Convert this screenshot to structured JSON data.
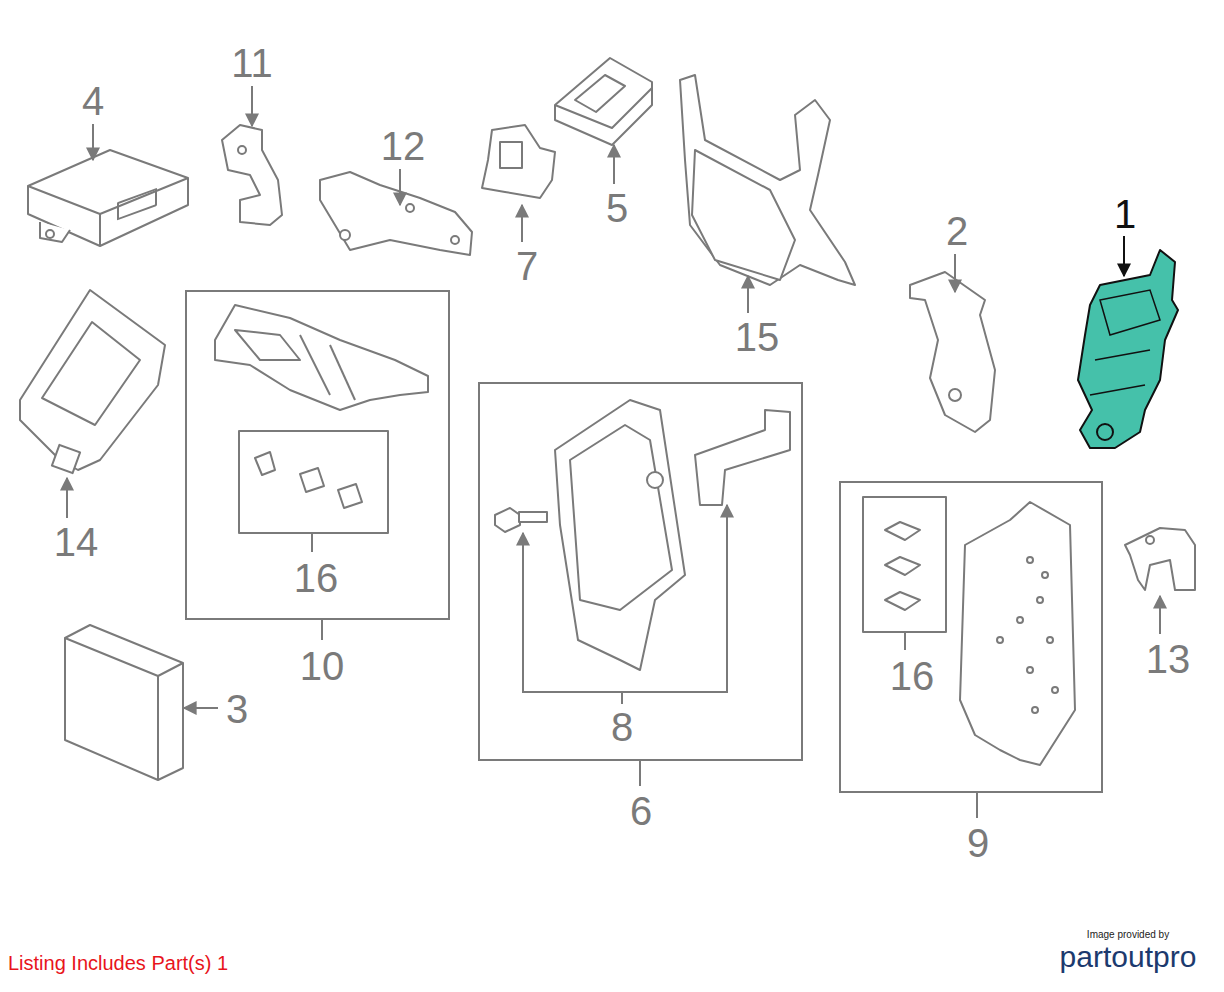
{
  "diagram": {
    "nodes": [
      {
        "text": [
          "16"
        ]
      },
      {
        "text": [
          "8"
        ]
      },
      {
        "text": [
          "16"
        ]
      }
    ],
    "labels": [
      "11",
      "4",
      "12",
      "5",
      "7",
      "15",
      "2",
      "1",
      "14",
      "10",
      "3",
      "6",
      "9",
      "13",
      "Listing Includes Part(s) 1",
      "Image provided by",
      "partoutpro"
    ]
  }
}
